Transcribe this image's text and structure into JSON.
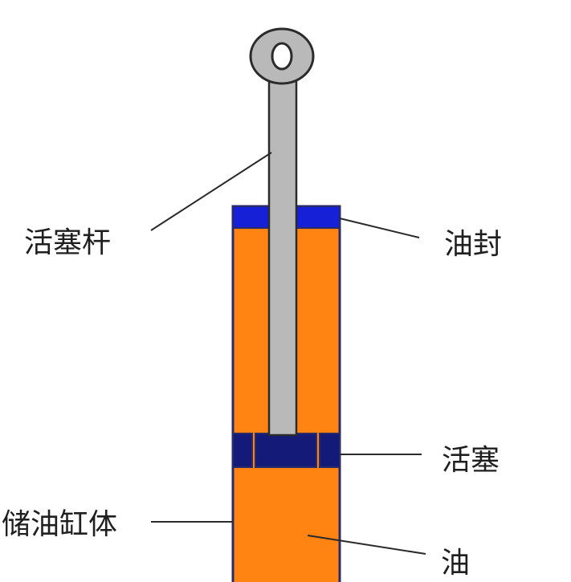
{
  "labels": {
    "piston_rod": "活塞杆",
    "oil_seal": "油封",
    "piston": "活塞",
    "cylinder_body": "储油缸体",
    "oil": "油"
  },
  "colors": {
    "background": "#ffffff",
    "oil": "#ff8412",
    "outline": "#2b2b6a",
    "seal": "#1620d6",
    "piston": "#141a78",
    "rod": "#b9b9b9",
    "text": "#1f1f1f"
  }
}
